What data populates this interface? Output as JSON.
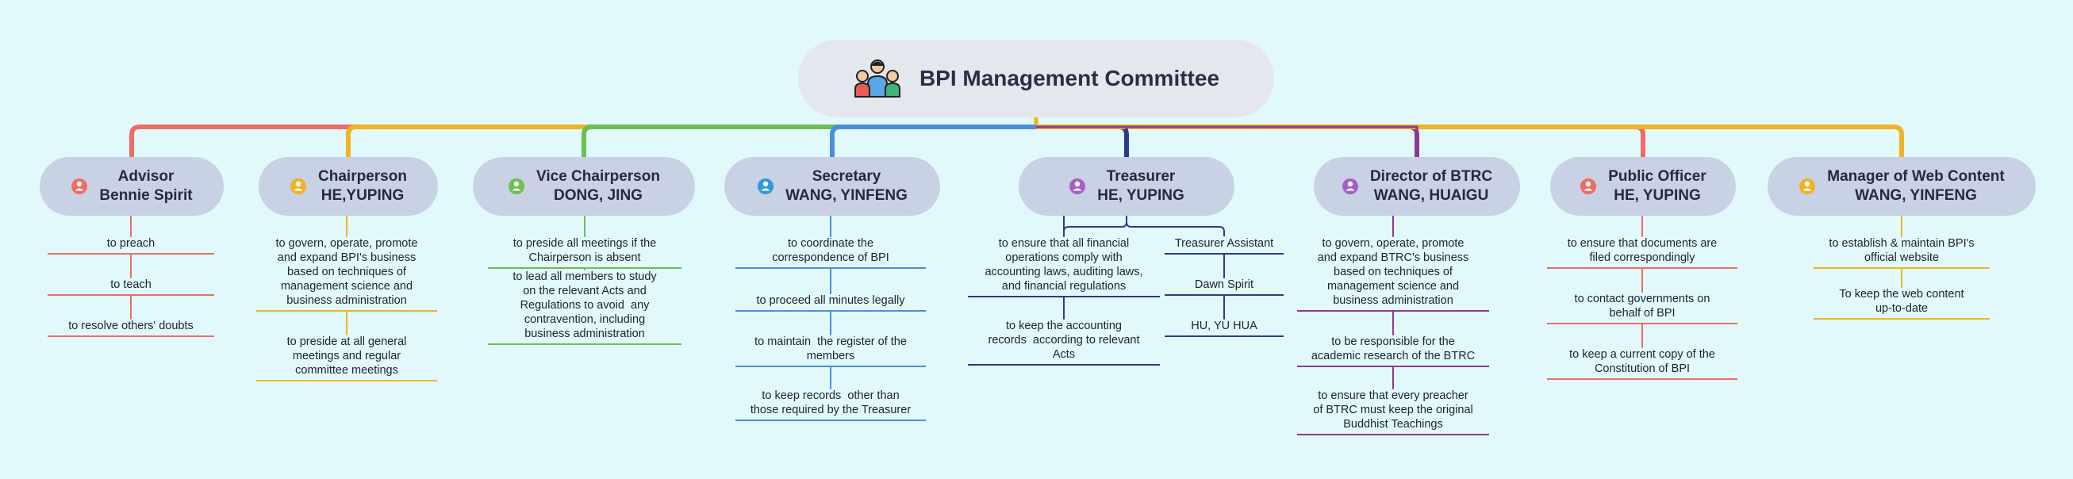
{
  "title": "BPI Management Committee",
  "icons": {
    "root": "people-group-icon",
    "role": "person-icon"
  },
  "colors": {
    "background": "#e1f9fb",
    "root_fill": "#e5e7ee",
    "node_fill": "#c9d1e4",
    "branch_red": "#ef6b64",
    "branch_orange": "#f1b322",
    "branch_green": "#6cc050",
    "branch_blue": "#4a90d9",
    "branch_navy": "#2e3a8c",
    "branch_purple": "#8e3a8e"
  },
  "roles": [
    {
      "label_lines": [
        "Advisor",
        "Bennie Spirit"
      ],
      "duties": [
        [
          "to preach"
        ],
        [
          "to teach"
        ],
        [
          "to resolve others' doubts"
        ]
      ]
    },
    {
      "label_lines": [
        "Chairperson",
        "HE,YUPING"
      ],
      "duties": [
        [
          "to govern, operate, promote",
          "and expand BPI's business",
          "based on techniques of",
          "management science and",
          "business administration"
        ],
        [
          "to preside at all general",
          "meetings and regular",
          "committee meetings"
        ]
      ]
    },
    {
      "label_lines": [
        "Vice Chairperson",
        "DONG, JING"
      ],
      "duties": [
        [
          "to preside all meetings if the",
          "Chairperson is absent"
        ],
        [
          "to lead all members to study",
          "on the relevant Acts and",
          "Regulations to avoid  any",
          "contravention, including",
          "business administration"
        ]
      ]
    },
    {
      "label_lines": [
        "Secretary",
        "WANG, YINFENG"
      ],
      "duties": [
        [
          "to coordinate the",
          "correspondence of BPI"
        ],
        [
          "to proceed all minutes legally"
        ],
        [
          "to maintain  the register of the",
          "members"
        ],
        [
          "to keep records  other than",
          "those required by the Treasurer"
        ]
      ]
    },
    {
      "label_lines": [
        "Treasurer",
        "HE, YUPING"
      ],
      "duties": [
        [
          "to ensure that all financial",
          "operations comply with",
          "accounting laws, auditing laws,",
          "and financial regulations"
        ],
        [
          "to keep the accounting",
          "records  according to relevant",
          "Acts"
        ]
      ],
      "assistant": {
        "label": "Treasurer Assistant",
        "members": [
          "Dawn Spirit",
          "HU, YU HUA"
        ]
      }
    },
    {
      "label_lines": [
        "Director of BTRC",
        "WANG, HUAIGU"
      ],
      "duties": [
        [
          "to govern, operate, promote",
          "and expand BTRC's business",
          "based on techniques of",
          "management science and",
          "business administration"
        ],
        [
          "to be responsible for the",
          "academic research of the BTRC"
        ],
        [
          "to ensure that every preacher",
          "of BTRC must keep the original",
          "Buddhist Teachings"
        ]
      ]
    },
    {
      "label_lines": [
        "Public Officer",
        "HE, YUPING"
      ],
      "duties": [
        [
          "to ensure that documents are",
          "filed correspondingly"
        ],
        [
          "to contact governments on",
          "behalf of BPI"
        ],
        [
          "to keep a current copy of the",
          "Constitution of BPI"
        ]
      ]
    },
    {
      "label_lines": [
        "Manager of Web Content",
        "WANG, YINFENG"
      ],
      "duties": [
        [
          "to establish & maintain BPI's",
          "official website"
        ],
        [
          "To keep the web content",
          "up-to-date"
        ]
      ]
    }
  ]
}
